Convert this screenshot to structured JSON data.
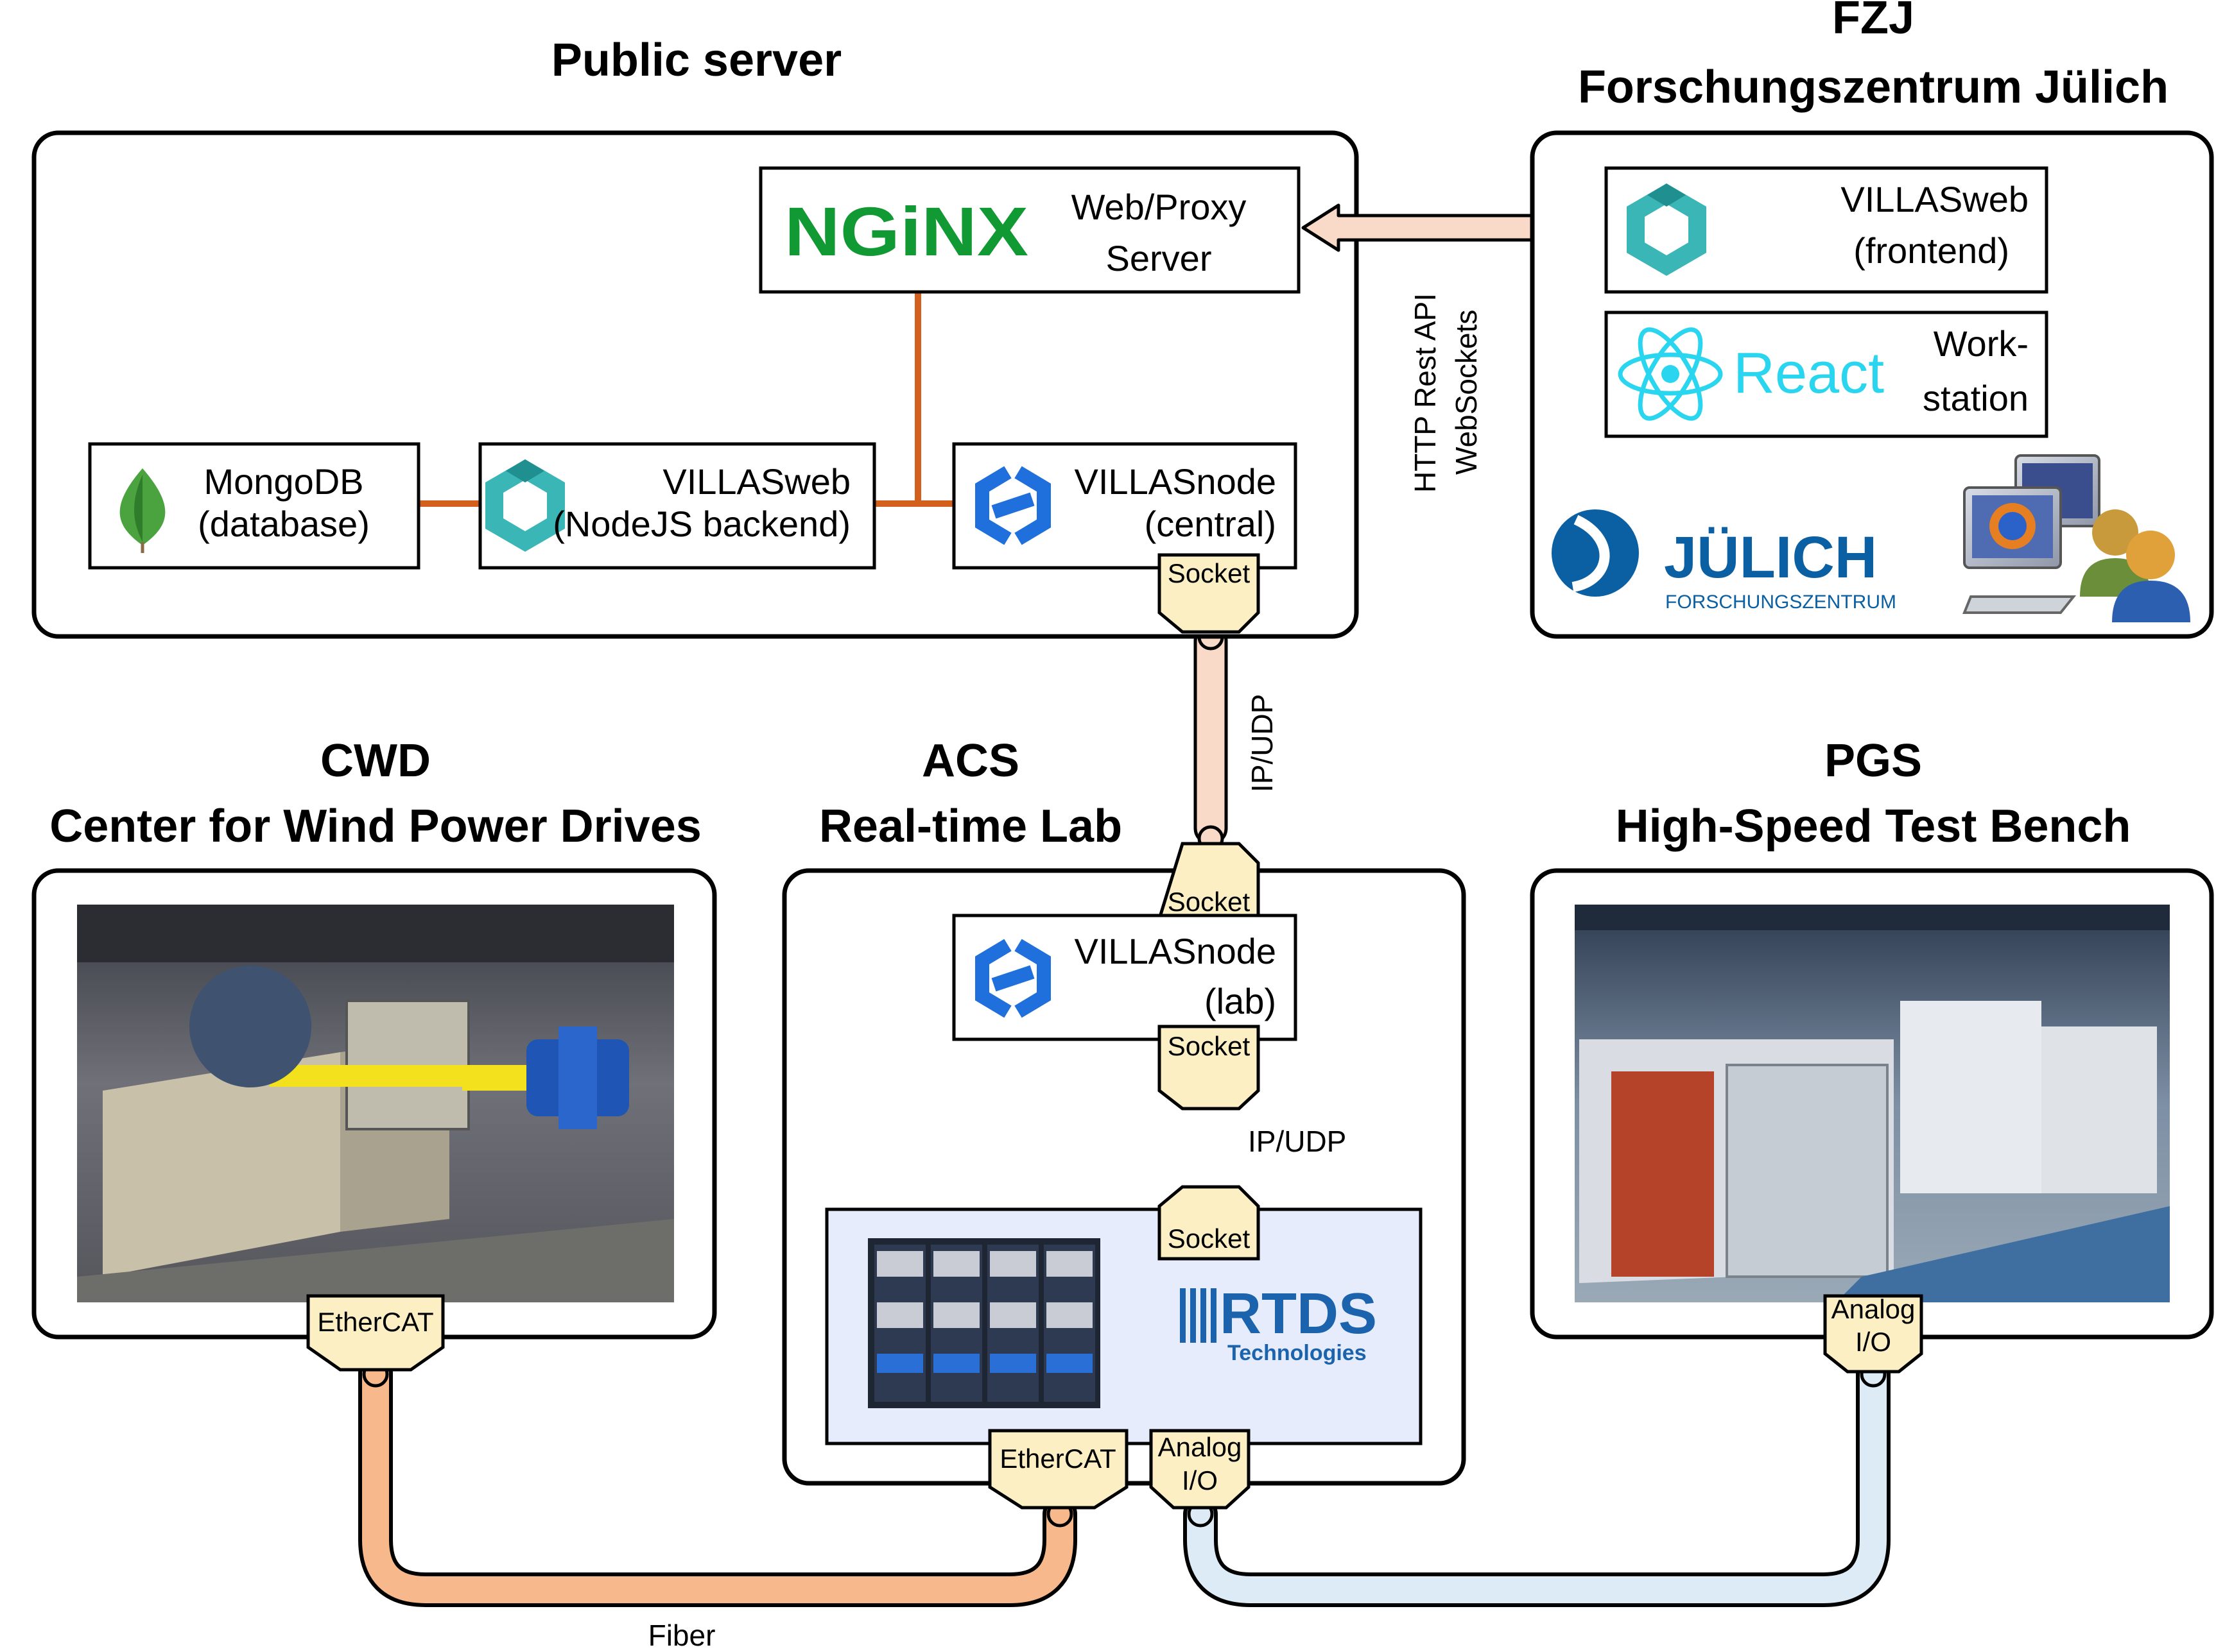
{
  "colors": {
    "orange_line": "#d4601e",
    "fiber_fill": "#f7b98c",
    "pink_cable": "#f9d9c7",
    "blue_cable": "#dcebf5",
    "lavender_cable": "#d6dbef",
    "socket_fill": "#fcefc4",
    "rtds_panel": "#e6ecfb",
    "nginx_green": "#119933",
    "react_cyan": "#2ad5f0",
    "villas_teal": "#3bb6b6",
    "villasnode_blue": "#1f6fdc",
    "julich_blue": "#0b5fa3",
    "rtds_blue": "#1c63ad"
  },
  "icons": {
    "nginx": "nginx-logo",
    "mongodb": "mongodb-leaf-icon",
    "villasweb": "villasweb-hexagon-icon",
    "villasnode": "villasnode-chain-icon",
    "react": "react-atom-icon",
    "julich": "julich-logo",
    "workstation": "workstation-users-icon",
    "rtds": "rtds-logo"
  },
  "public_server": {
    "title": "Public server",
    "nginx": {
      "logo": "NGiNX",
      "label1": "Web/Proxy",
      "label2": "Server"
    },
    "mongodb": {
      "label1": "MongoDB",
      "label2": "(database)"
    },
    "villasweb_backend": {
      "label1": "VILLASweb",
      "label2": "(NodeJS backend)"
    },
    "villasnode_central": {
      "label1": "VILLASnode",
      "label2": "(central)",
      "socket": "Socket"
    }
  },
  "fzj": {
    "title1": "FZJ",
    "title2": "Forschungszentrum Jülich",
    "villasweb_frontend": {
      "label1": "VILLASweb",
      "label2": "(frontend)"
    },
    "react": {
      "logo": "React",
      "label1": "Work-",
      "label2": "station"
    },
    "julich_logo": {
      "name": "JÜLICH",
      "sub": "FORSCHUNGSZENTRUM"
    }
  },
  "link_public_fzj": {
    "label1": "HTTP Rest API",
    "label2": "WebSockets"
  },
  "link_public_acs": {
    "label": "IP/UDP"
  },
  "cwd": {
    "title1": "CWD",
    "title2": "Center for Wind Power Drives",
    "photo": "wind-power-drive-test-bench-photo",
    "socket": "EtherCAT"
  },
  "acs": {
    "title1": "ACS",
    "title2": "Real-time Lab",
    "socket_top": "Socket",
    "villasnode_lab": {
      "label1": "VILLASnode",
      "label2": "(lab)",
      "socket": "Socket"
    },
    "link_lab_rtds": "IP/UDP",
    "rtds_socket": "Socket",
    "rtds": {
      "logo_main": "RTDS",
      "logo_sub": "Technologies"
    },
    "socket_ethercat": "EtherCAT",
    "socket_analog1": "Analog",
    "socket_analog2": "I/O"
  },
  "pgs": {
    "title1": "PGS",
    "title2": "High-Speed Test Bench",
    "photo": "high-speed-test-bench-photo",
    "socket1": "Analog",
    "socket2": "I/O"
  },
  "fiber_label": "Fiber"
}
